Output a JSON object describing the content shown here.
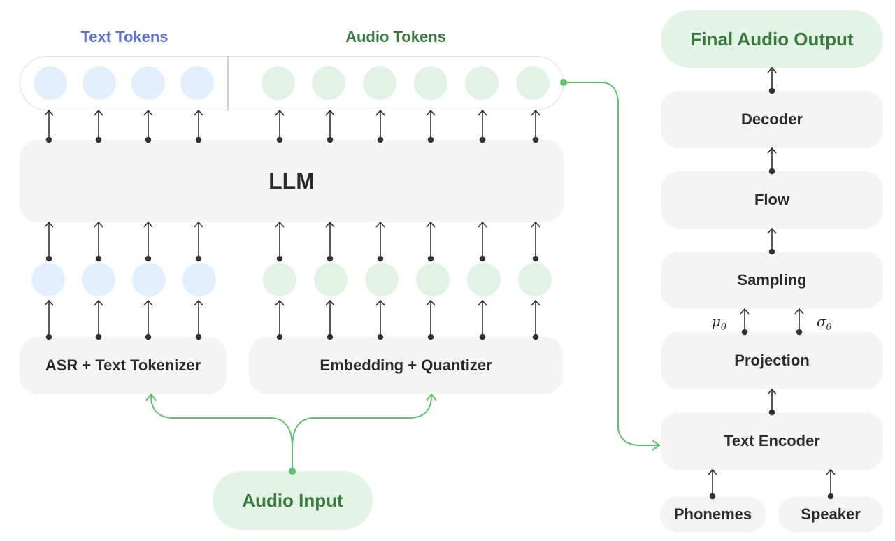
{
  "headers": {
    "text_tokens": "Text Tokens",
    "audio_tokens": "Audio Tokens"
  },
  "blocks": {
    "llm": "LLM",
    "asr": "ASR + Text Tokenizer",
    "embedding": "Embedding + Quantizer",
    "audio_input": "Audio Input",
    "final_output": "Final Audio Output",
    "decoder": "Decoder",
    "flow": "Flow",
    "sampling": "Sampling",
    "projection": "Projection",
    "text_encoder": "Text Encoder",
    "phonemes": "Phonemes",
    "speaker": "Speaker"
  },
  "symbols": {
    "mu": "μθ",
    "sigma": "σθ"
  },
  "colors": {
    "text_token_blue": "#5b72d8",
    "audio_token_green": "#3b7a3e",
    "connector_green": "#5cc46a",
    "arrow_dark": "#333333"
  }
}
